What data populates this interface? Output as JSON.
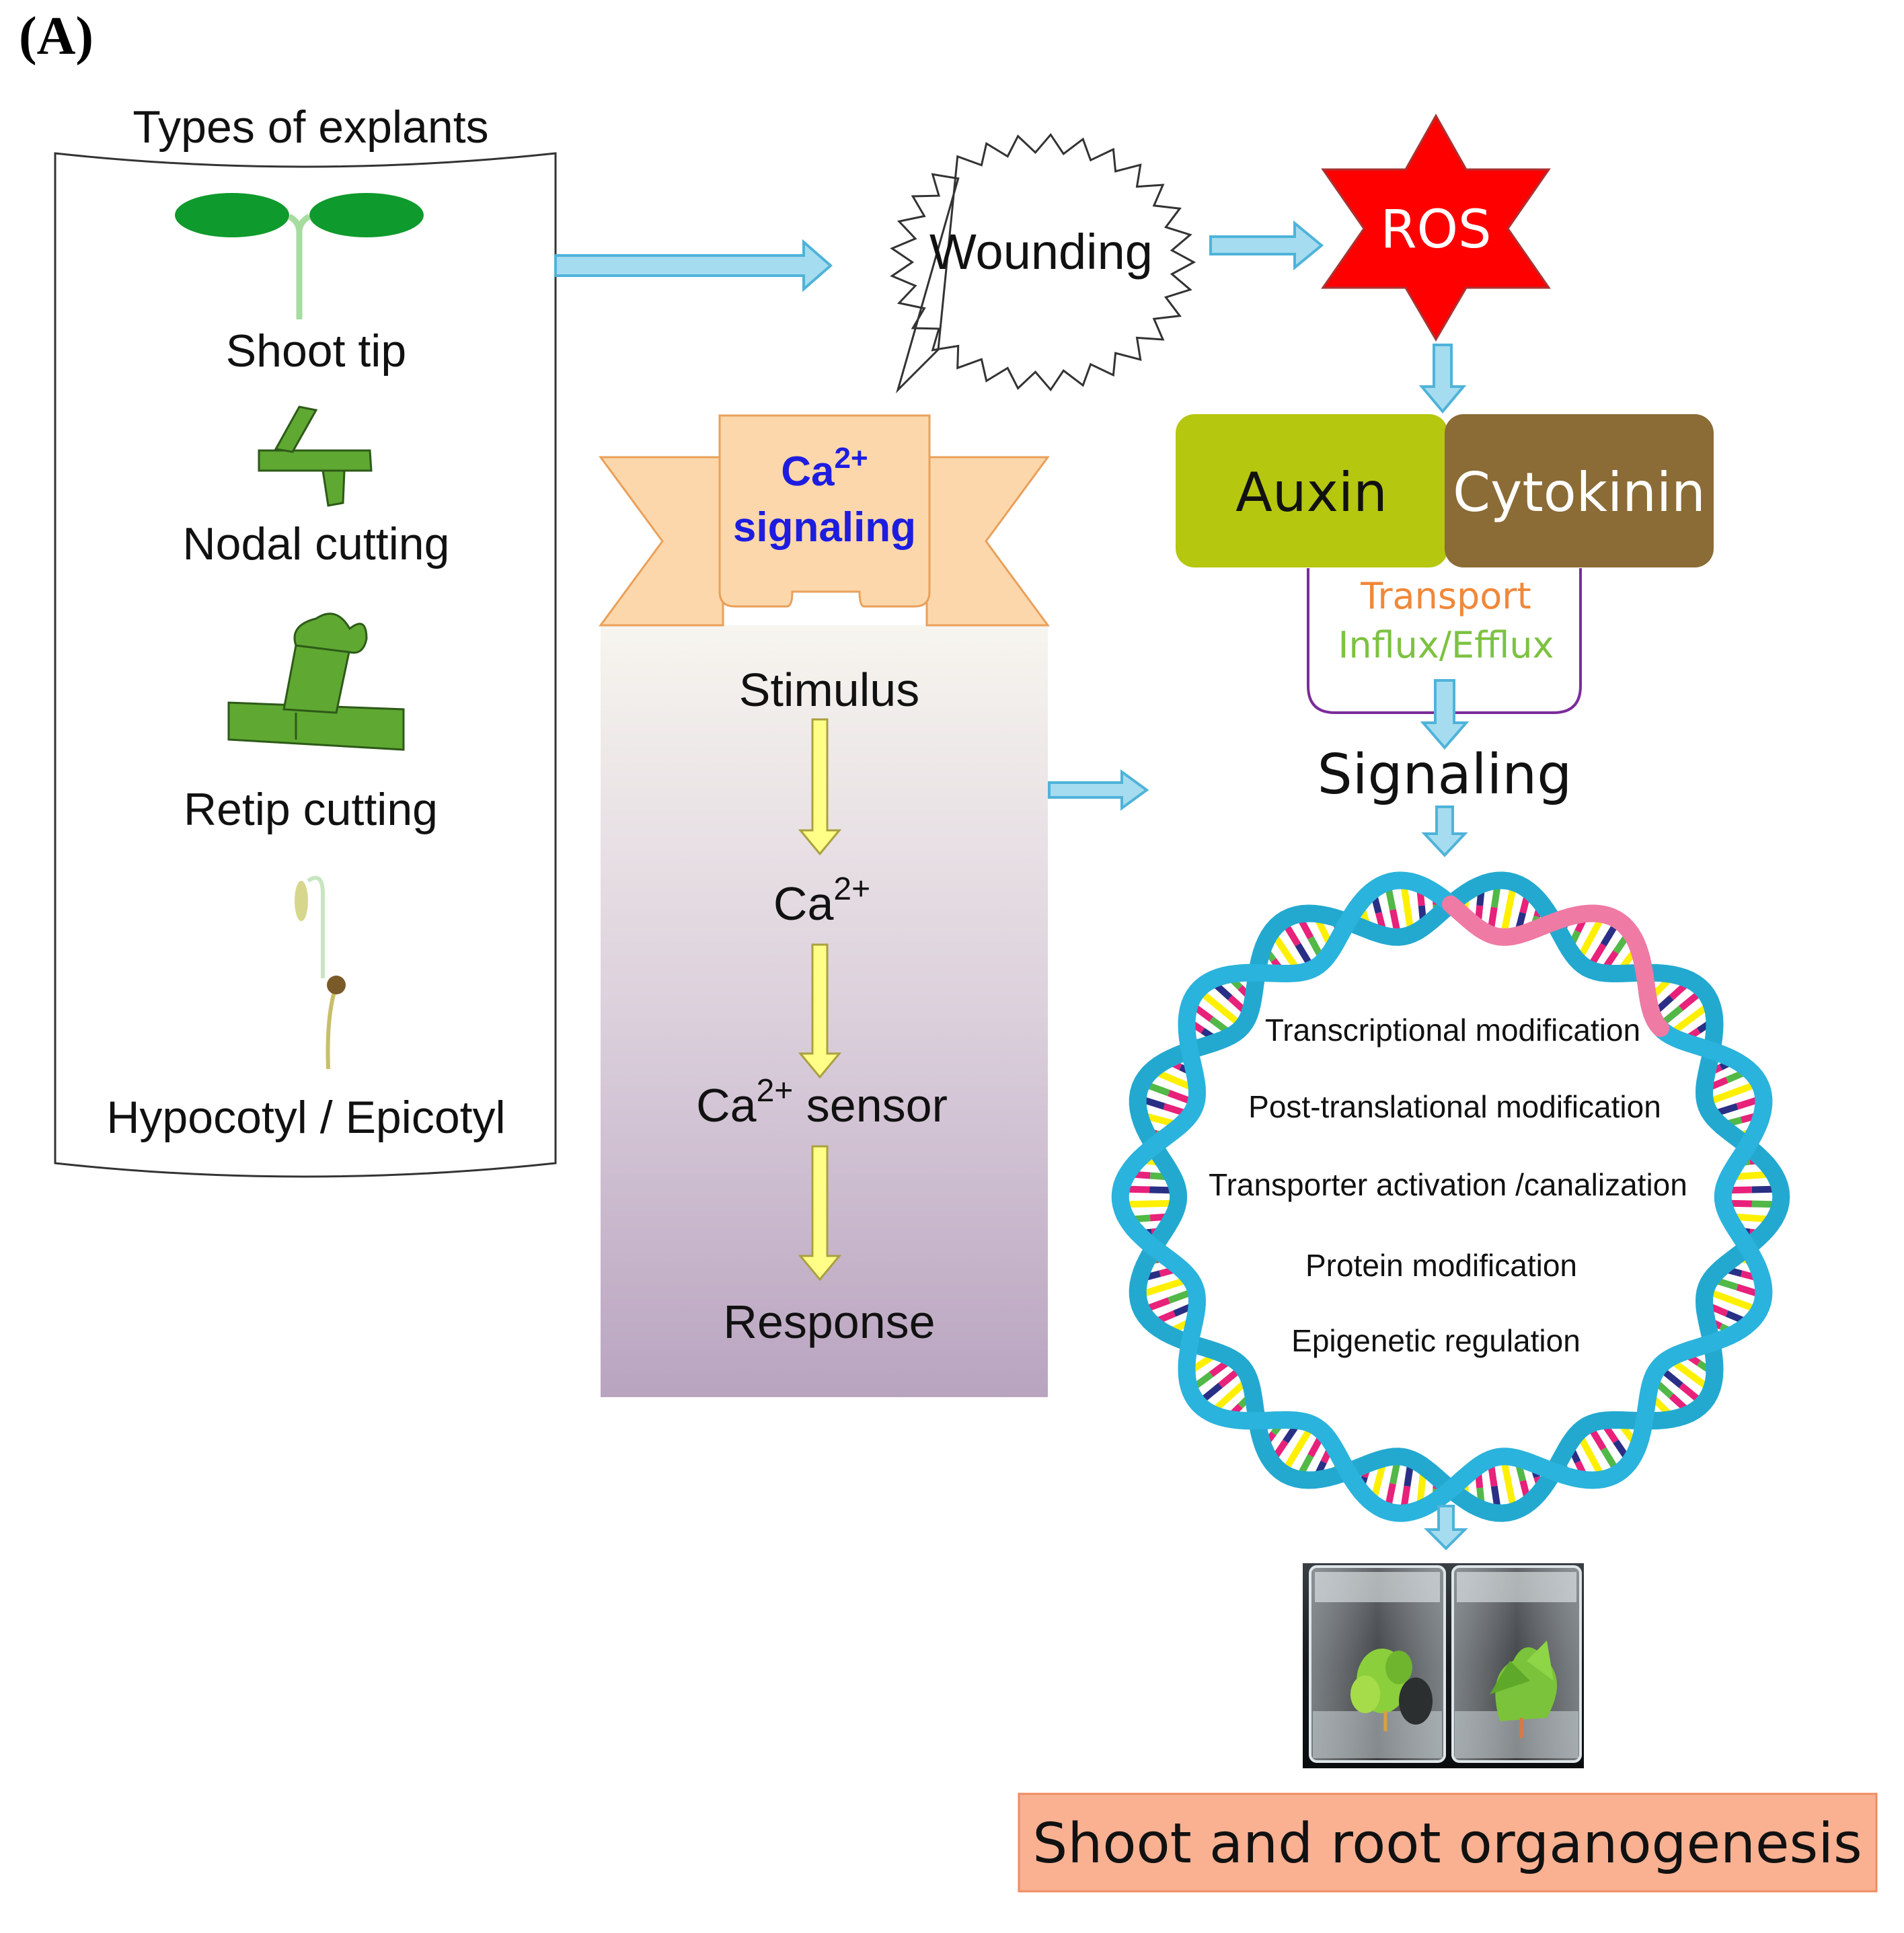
{
  "panel_label": "(A)",
  "explants": {
    "title": "Types of explants",
    "items": [
      {
        "label": "Shoot tip",
        "icon": "seedling-icon"
      },
      {
        "label": "Nodal cutting",
        "icon": "nodal-cutting-icon"
      },
      {
        "label": "Retip cutting",
        "icon": "retip-cutting-icon"
      },
      {
        "label": "Hypocotyl / Epicotyl",
        "icon": "hypocotyl-icon"
      }
    ]
  },
  "wounding": {
    "label": "Wounding"
  },
  "ros": {
    "label": "ROS"
  },
  "ca_signaling": {
    "banner_line1": "Ca",
    "banner_sup": "2+",
    "banner_line2": "signaling",
    "steps": [
      {
        "label": "Stimulus",
        "sup": "",
        "suffix": ""
      },
      {
        "label": "Ca",
        "sup": "2+",
        "suffix": ""
      },
      {
        "label": "Ca",
        "sup": "2+",
        "suffix": " sensor"
      },
      {
        "label": "Response",
        "sup": "",
        "suffix": ""
      }
    ]
  },
  "hormones": {
    "auxin": "Auxin",
    "cytokinin": "Cytokinin",
    "transport": "Transport",
    "influx_efflux": "Influx/Efflux",
    "signaling": "Signaling"
  },
  "dna_ring": {
    "items": [
      "Transcriptional modification",
      "Post-translational modification",
      "Transporter activation /canalization",
      "Protein modification",
      "Epigenetic regulation"
    ]
  },
  "result": {
    "label": "Shoot and root organogenesis"
  },
  "colors": {
    "arrow_blue": "#a6dcef",
    "arrow_blue_stroke": "#4fb3d9",
    "arrow_yellow": "#ffff88",
    "auxin": "#b5c70e",
    "cytokinin": "#8b6b36",
    "ros": "#ff0000",
    "banner": "#fcd7ab",
    "banner_text": "#1d1de0",
    "transport_text": "#f0883a",
    "influx_text": "#7dc242",
    "bracket": "#7b2c9a",
    "result_box": "#f9b192",
    "leaf_green": "#5fa832"
  }
}
